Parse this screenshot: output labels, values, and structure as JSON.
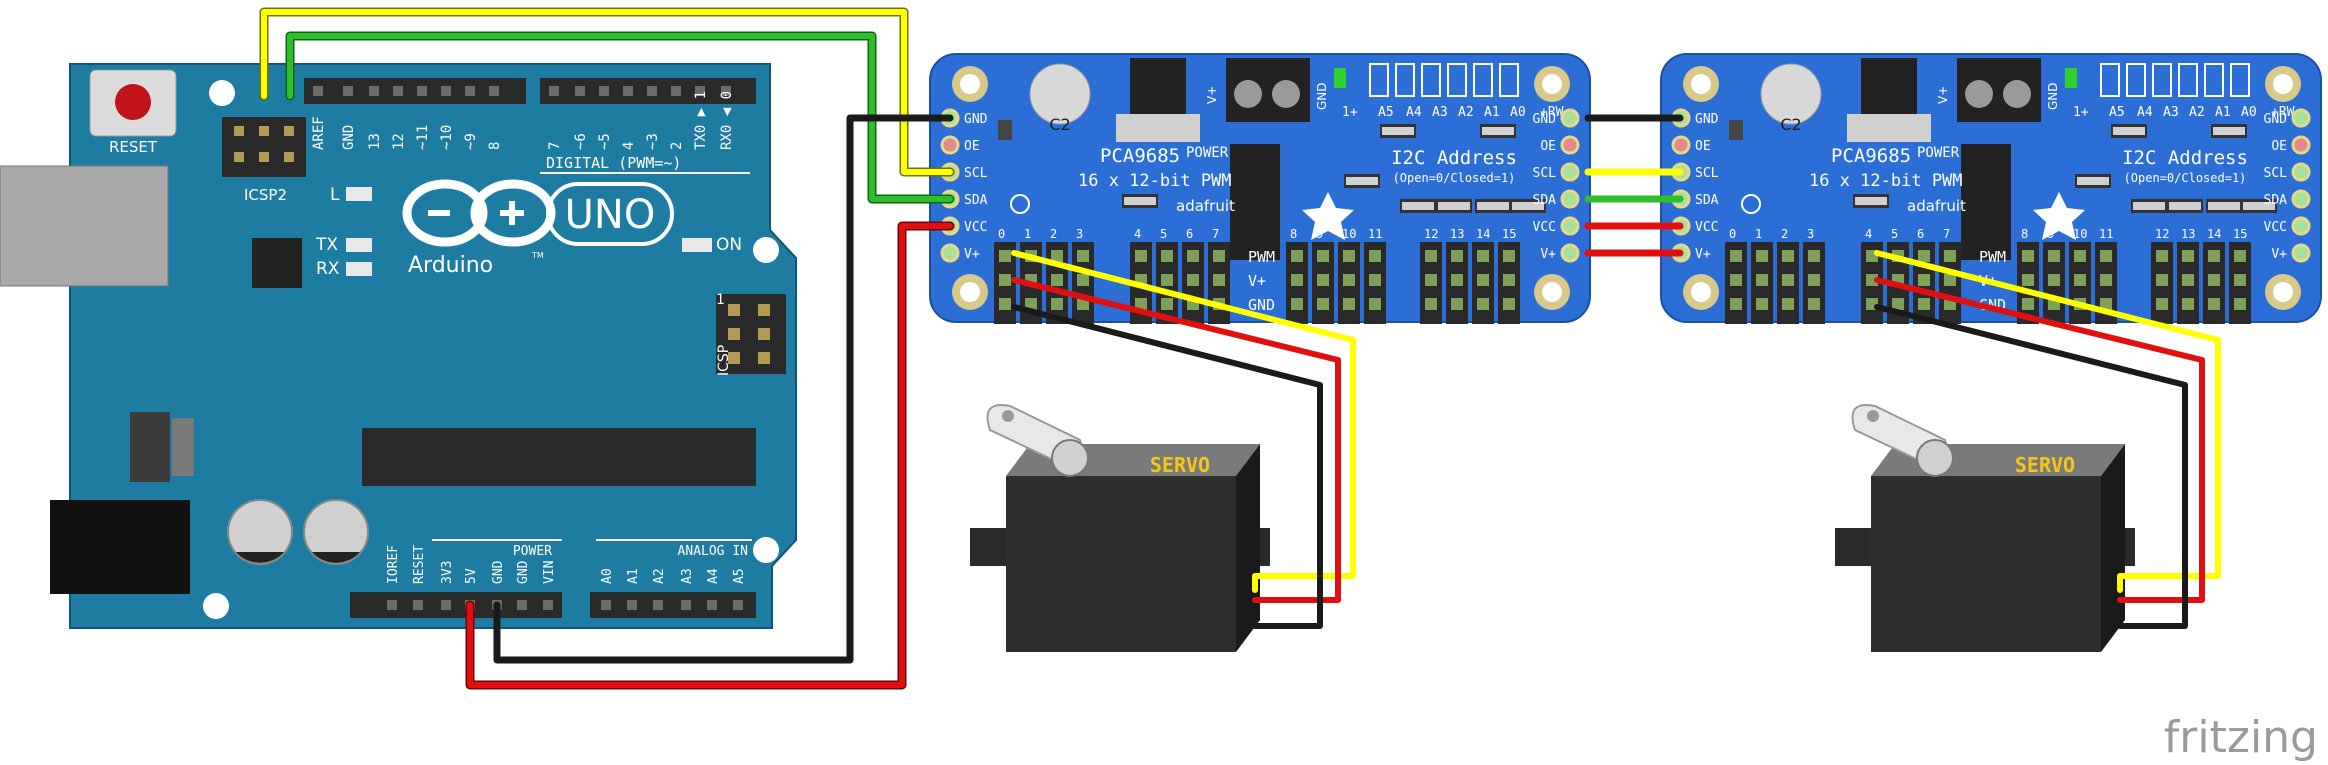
{
  "arduino": {
    "reset_label": "RESET",
    "icsp2_label": "ICSP2",
    "icsp_label": "ICSP",
    "brand": "Arduino",
    "tm": "TM",
    "model": "UNO",
    "on_label": "ON",
    "l_label": "L",
    "tx_label": "TX",
    "rx_label": "RX",
    "digital_label": "DIGITAL (PWM=~)",
    "power_label": "POWER",
    "analog_label": "ANALOG IN",
    "digital_pins": [
      "AREF",
      "GND",
      "13",
      "12",
      "~11",
      "~10",
      "~9",
      "8",
      "7",
      "~6",
      "~5",
      "4",
      "~3",
      "2",
      "TX0 ▶ 1",
      "RX0 ◀ 0"
    ],
    "power_pins": [
      "IOREF",
      "RESET",
      "3V3",
      "5V",
      "GND",
      "GND",
      "VIN"
    ],
    "analog_pins": [
      "A0",
      "A1",
      "A2",
      "A3",
      "A4",
      "A5"
    ],
    "icsp_pin1": "1"
  },
  "pwm_board": {
    "chip": "PCA9685",
    "subtitle": "16 x 12-bit PWM",
    "power_label": "POWER",
    "i2c_title": "I2C Address",
    "i2c_sub": "(Open=0/Closed=1)",
    "addr_pins": [
      "1+",
      "A5",
      "A4",
      "A3",
      "A2",
      "A1",
      "A0",
      "+RW"
    ],
    "brand": "adafruit",
    "cap": "C2",
    "vplus_term": "V+",
    "gnd_term": "GND",
    "left_pins": [
      "GND",
      "OE",
      "SCL",
      "SDA",
      "VCC",
      "V+"
    ],
    "right_pins": [
      "GND",
      "OE",
      "SCL",
      "SDA",
      "VCC",
      "V+"
    ],
    "channels": [
      "0",
      "1",
      "2",
      "3",
      "4",
      "5",
      "6",
      "7",
      "8",
      "9",
      "10",
      "11",
      "12",
      "13",
      "14",
      "15"
    ],
    "row_labels": [
      "PWM",
      "V+",
      "GND"
    ]
  },
  "servo": {
    "label": "SERVO"
  },
  "watermark": "fritzing",
  "colors": {
    "arduino_body": "#1e7ba2",
    "board_blue": "#2b6fd6",
    "wire_yellow": "#ffff00",
    "wire_green": "#2dbd2d",
    "wire_red": "#e01010",
    "wire_black": "#1a1a1a"
  }
}
